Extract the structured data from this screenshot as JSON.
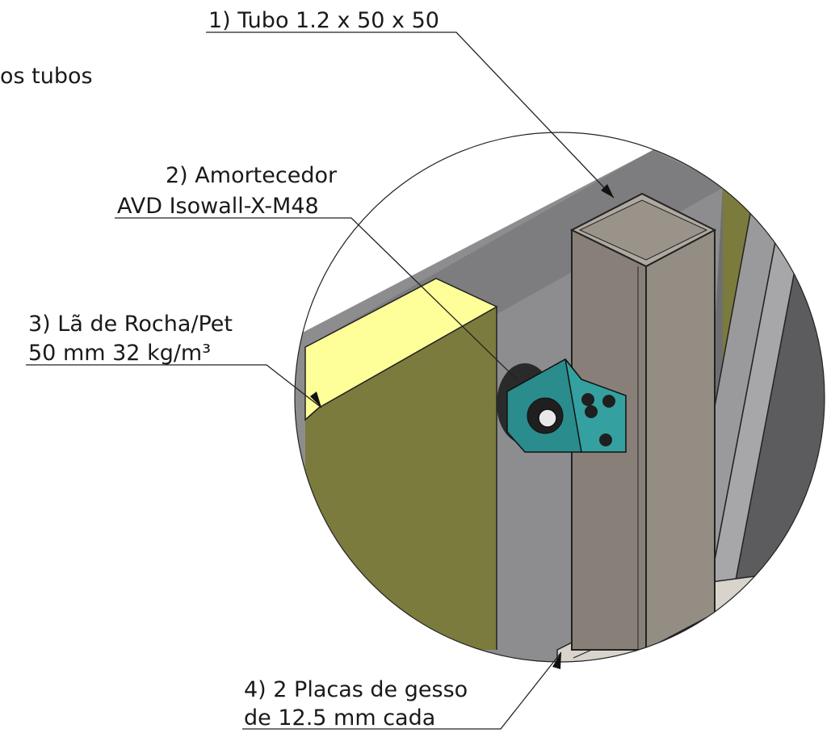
{
  "labels": {
    "partial_text": "os tubos",
    "tubo": "1) Tubo 1.2 x 50 x 50",
    "amortecedor_line1": "2) Amortecedor",
    "amortecedor_line2": "AVD Isowall-X-M48",
    "la_line1": "3) Lã de Rocha/Pet",
    "la_line2": "50 mm 32 kg/m³",
    "placas_line1": "4) 2 Placas de gesso",
    "placas_line2": "de 12.5 mm cada"
  },
  "colors": {
    "wall_gray": "#8b8b8d",
    "wall_dark": "#6e6e70",
    "insulation_yellow": "#ffff99",
    "insulation_olive": "#7a7a3c",
    "tube_gray": "#878078",
    "bracket_teal": "#2a8c8c",
    "gypsum": "#d8d4cc",
    "dark_panel": "#5a5a5a"
  }
}
